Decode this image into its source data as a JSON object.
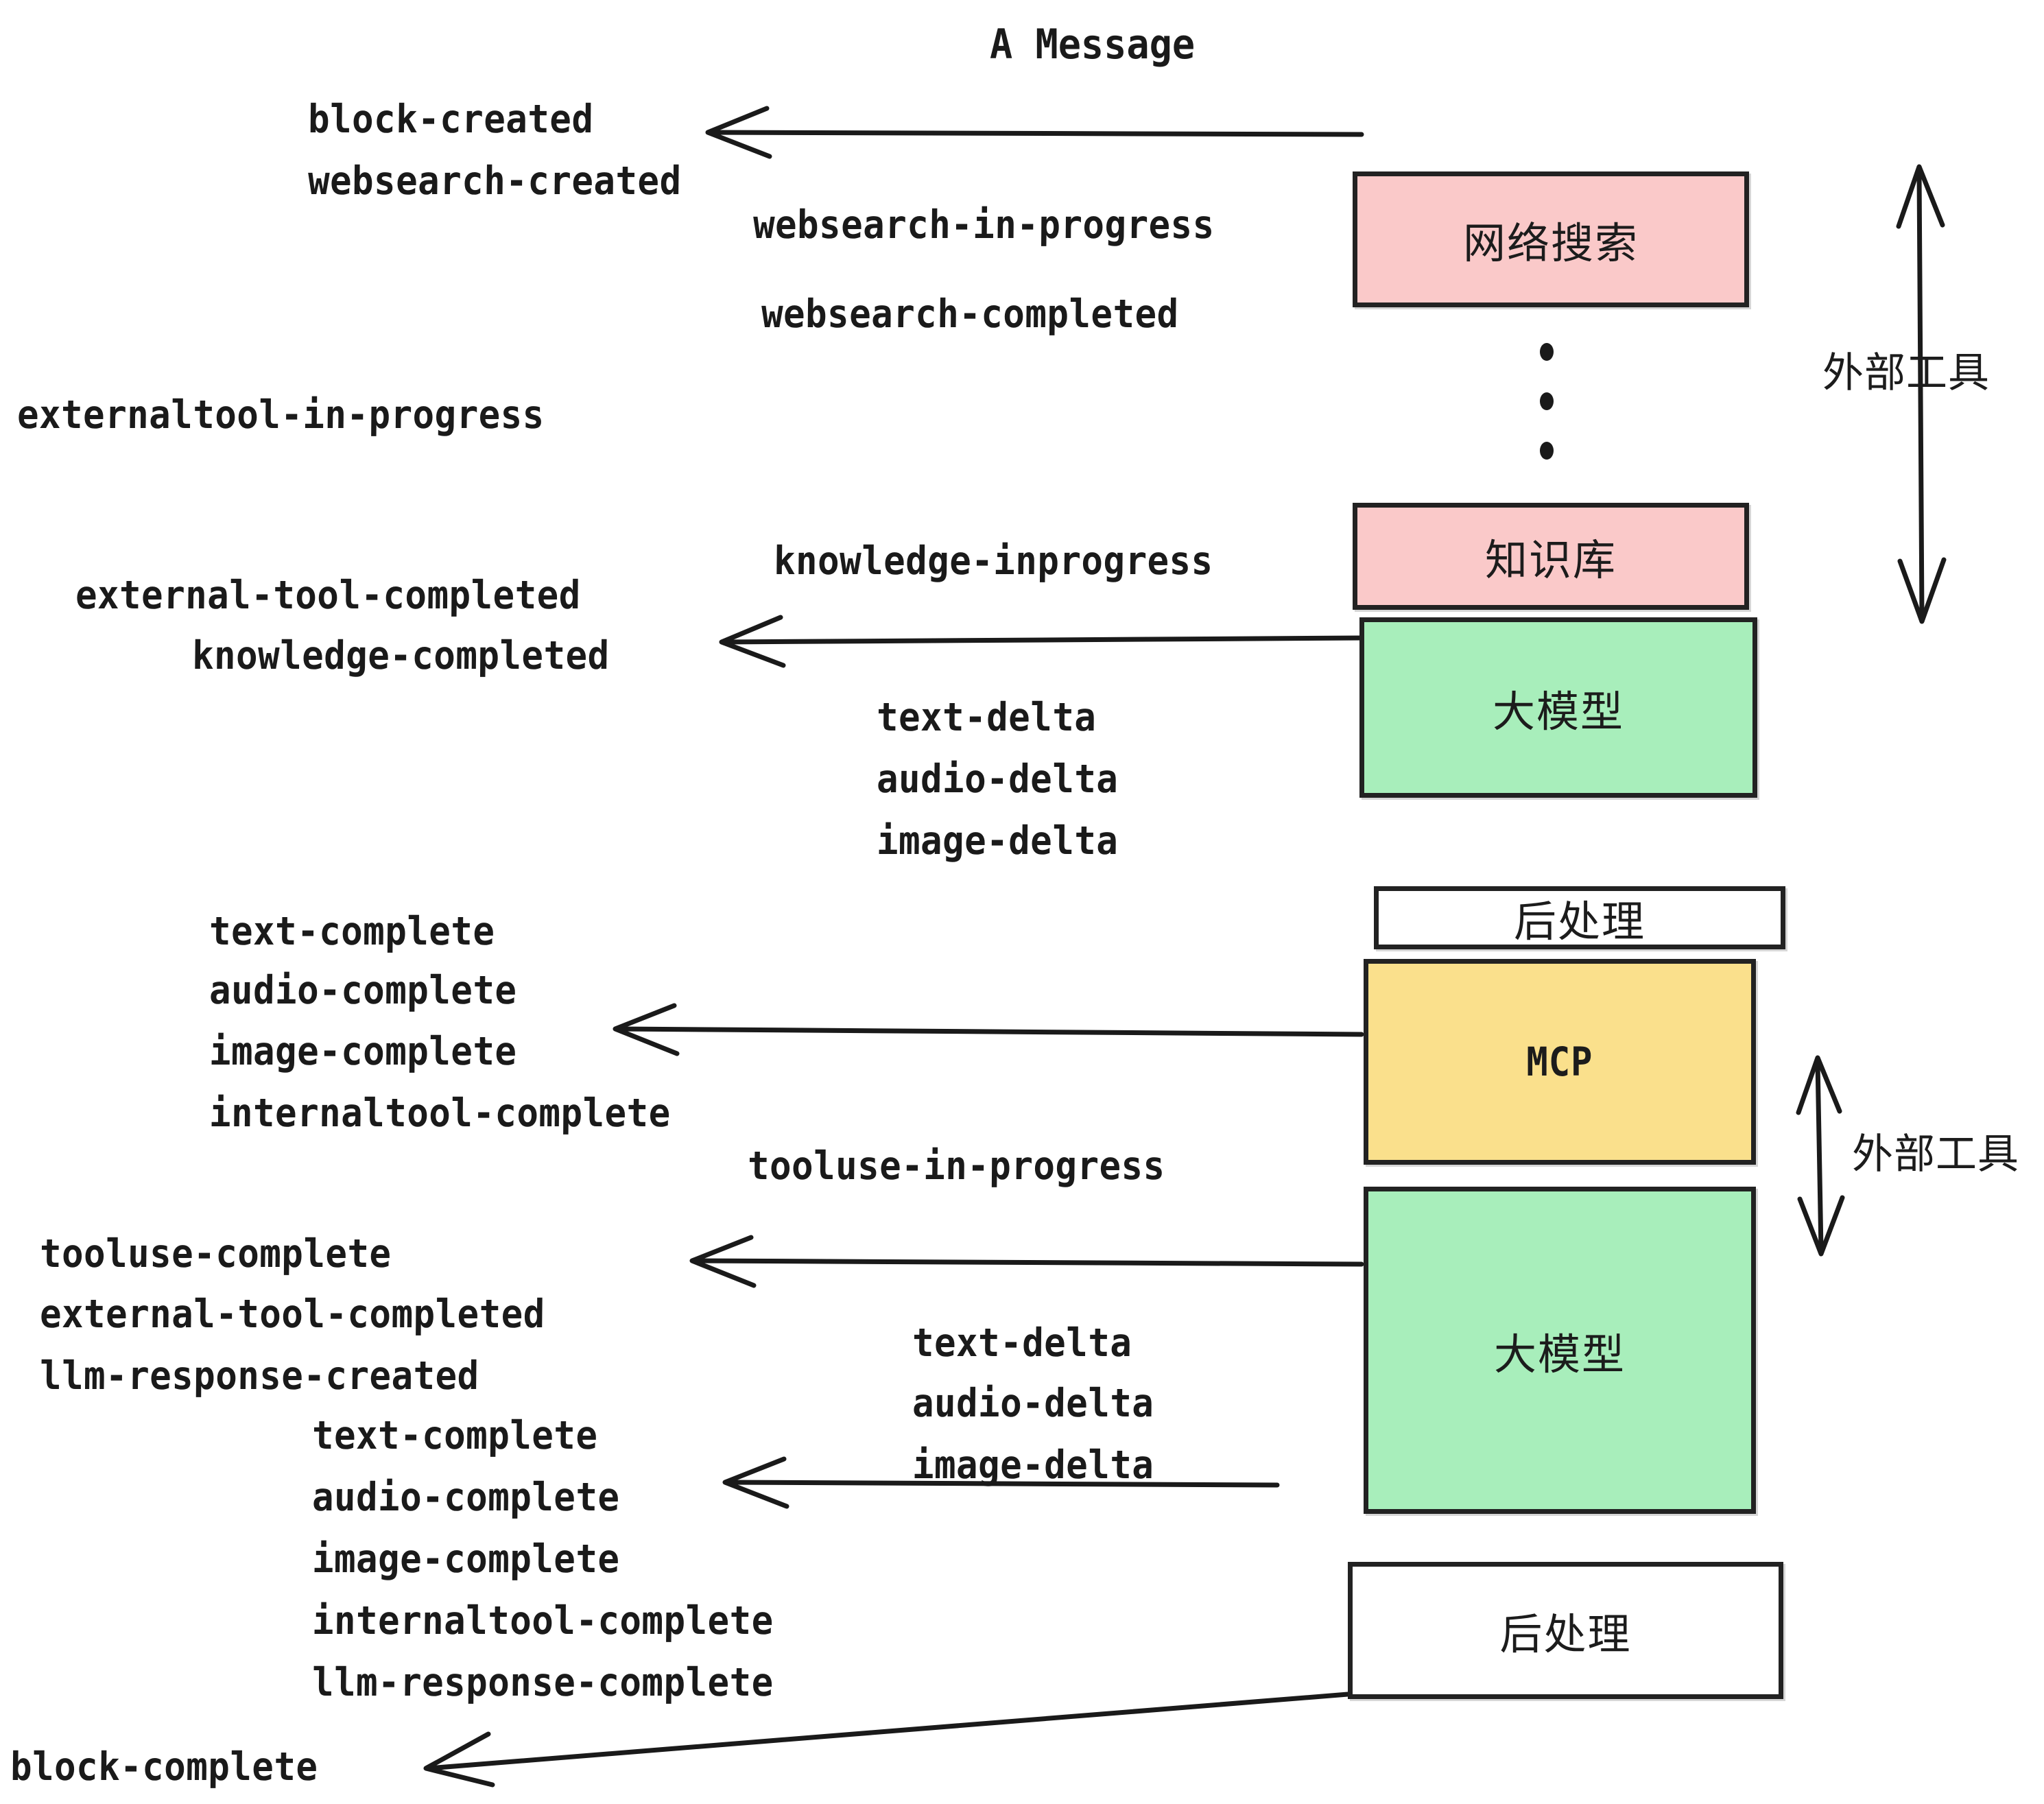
{
  "title": "A Message",
  "colors": {
    "pink": "#fac9c9",
    "green": "#a8eebb",
    "yellow": "#fae08c",
    "white": "#ffffff",
    "ink": "#1a1a1a"
  },
  "boxes": [
    {
      "id": "websearch",
      "label": "网络搜索",
      "fill": "#fac9c9",
      "latin": false
    },
    {
      "id": "knowledge",
      "label": "知识库",
      "fill": "#fac9c9",
      "latin": false
    },
    {
      "id": "llm-1",
      "label": "大模型",
      "fill": "#a8eebb",
      "latin": false
    },
    {
      "id": "postprocess-1",
      "label": "后处理",
      "fill": "#ffffff",
      "latin": false
    },
    {
      "id": "mcp",
      "label": "MCP",
      "fill": "#fae08c",
      "latin": true
    },
    {
      "id": "llm-2",
      "label": "大模型",
      "fill": "#a8eebb",
      "latin": false
    },
    {
      "id": "postprocess-2",
      "label": "后处理",
      "fill": "#ffffff",
      "latin": false
    }
  ],
  "side_labels": [
    {
      "id": "external-tools-top",
      "text": "外部工具"
    },
    {
      "id": "external-tools-bottom",
      "text": "外部工具"
    }
  ],
  "events": [
    {
      "id": "block-created",
      "text": "block-created"
    },
    {
      "id": "websearch-created",
      "text": "websearch-created"
    },
    {
      "id": "websearch-in-progress",
      "text": "websearch-in-progress"
    },
    {
      "id": "websearch-completed",
      "text": "websearch-completed"
    },
    {
      "id": "externaltool-in-progress",
      "text": "externaltool-in-progress"
    },
    {
      "id": "knowledge-inprogress",
      "text": "knowledge-inprogress"
    },
    {
      "id": "external-tool-completed-1",
      "text": "external-tool-completed"
    },
    {
      "id": "knowledge-completed",
      "text": "knowledge-completed"
    },
    {
      "id": "text-delta-1",
      "text": "text-delta"
    },
    {
      "id": "audio-delta-1",
      "text": "audio-delta"
    },
    {
      "id": "image-delta-1",
      "text": "image-delta"
    },
    {
      "id": "text-complete-1",
      "text": "text-complete"
    },
    {
      "id": "audio-complete-1",
      "text": "audio-complete"
    },
    {
      "id": "image-complete-1",
      "text": "image-complete"
    },
    {
      "id": "internaltool-complete-1",
      "text": "internaltool-complete"
    },
    {
      "id": "tooluse-in-progress",
      "text": "tooluse-in-progress"
    },
    {
      "id": "tooluse-complete",
      "text": "tooluse-complete"
    },
    {
      "id": "external-tool-completed-2",
      "text": "external-tool-completed"
    },
    {
      "id": "llm-response-created",
      "text": "llm-response-created"
    },
    {
      "id": "text-delta-2",
      "text": "text-delta"
    },
    {
      "id": "audio-delta-2",
      "text": "audio-delta"
    },
    {
      "id": "image-delta-2",
      "text": "image-delta"
    },
    {
      "id": "text-complete-2",
      "text": "text-complete"
    },
    {
      "id": "audio-complete-2",
      "text": "audio-complete"
    },
    {
      "id": "image-complete-2",
      "text": "image-complete"
    },
    {
      "id": "internaltool-complete-2",
      "text": "internaltool-complete"
    },
    {
      "id": "llm-response-complete",
      "text": "llm-response-complete"
    },
    {
      "id": "block-complete",
      "text": "block-complete"
    }
  ]
}
